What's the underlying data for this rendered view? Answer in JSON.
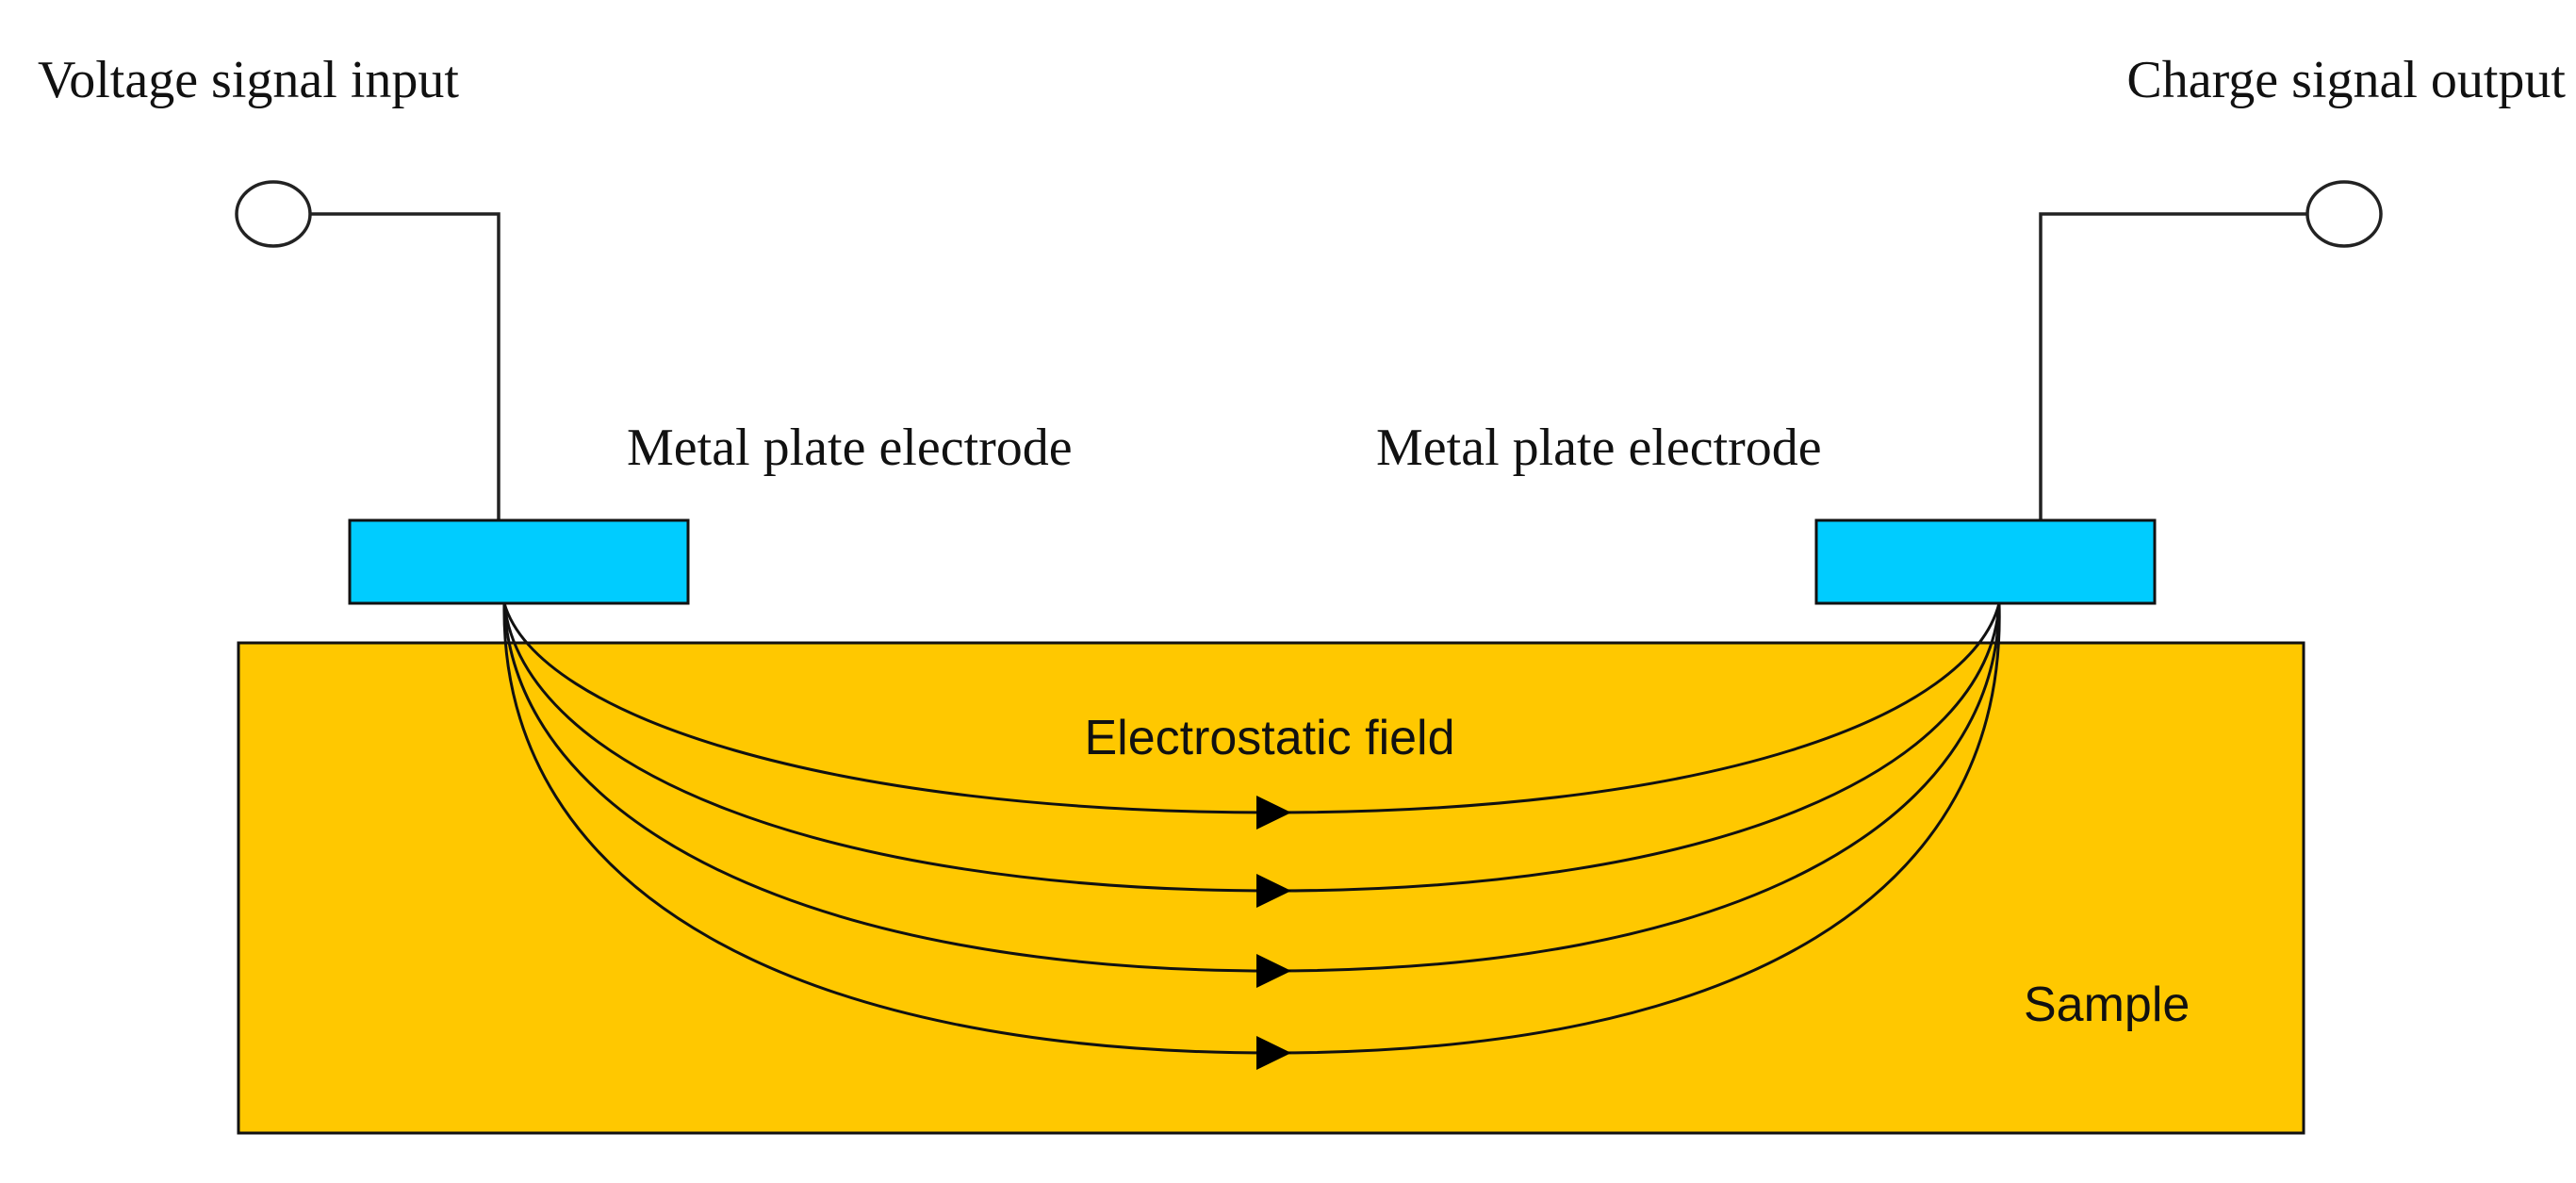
{
  "labels": {
    "voltage_input": "Voltage signal input",
    "charge_output": "Charge signal output",
    "electrode_left": "Metal plate electrode",
    "electrode_right": "Metal plate electrode",
    "field": "Electrostatic field",
    "sample": "Sample"
  },
  "colors": {
    "sample_fill": "#FFC800",
    "electrode_fill": "#00CCFF",
    "line": "#111111"
  },
  "field_line_count": 4
}
